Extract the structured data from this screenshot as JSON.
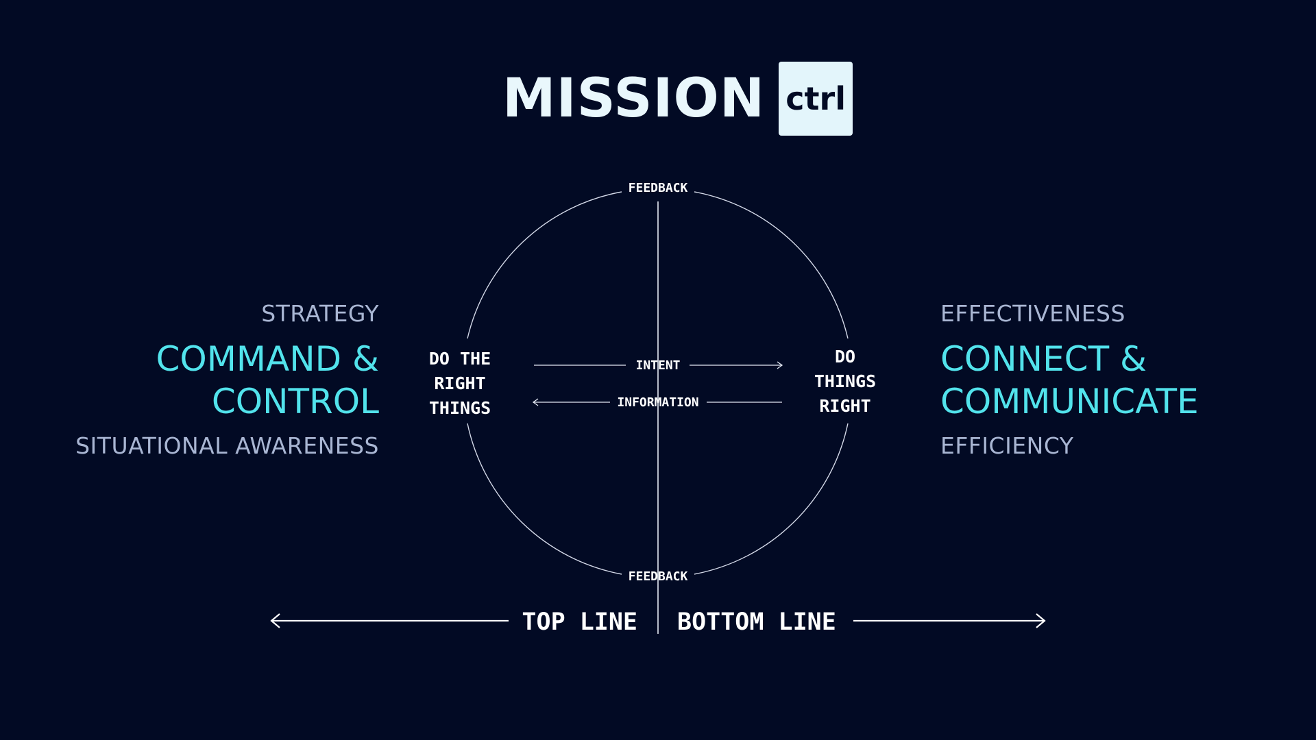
{
  "logo": {
    "word": "MISSION",
    "box_text": "ctrl"
  },
  "left": {
    "top_label": "STRATEGY",
    "headline_line1": "COMMAND &",
    "headline_line2": "CONTROL",
    "bottom_label": "SITUATIONAL AWARENESS"
  },
  "right": {
    "top_label": "EFFECTIVENESS",
    "headline_line1": "CONNECT &",
    "headline_line2": "COMMUNICATE",
    "bottom_label": "EFFICIENCY"
  },
  "diagram": {
    "feedback_top": "FEEDBACK",
    "feedback_bottom": "FEEDBACK",
    "left_node": [
      "DO THE",
      "RIGHT",
      "THINGS"
    ],
    "right_node": [
      "DO",
      "THINGS",
      "RIGHT"
    ],
    "intent": "INTENT",
    "information": "INFORMATION"
  },
  "axis": {
    "left_label": "TOP LINE",
    "right_label": "BOTTOM LINE"
  },
  "colors": {
    "background": "#020a24",
    "accent": "#52e3ec",
    "muted_text": "#a9b6d3",
    "logo_text": "#e9f7fc",
    "logo_box": "#e3f5fb"
  }
}
